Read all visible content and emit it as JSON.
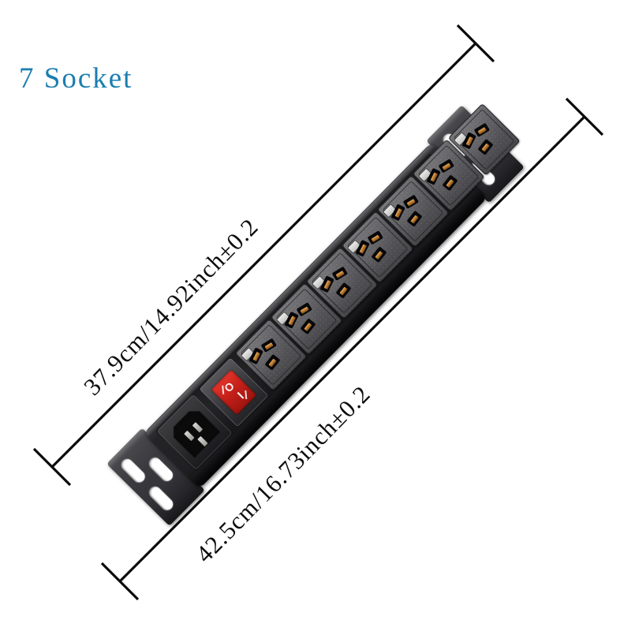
{
  "title": "7 Socket",
  "title_color": "#1b7eb0",
  "dimensions": {
    "upper": {
      "text": "37.9cm/14.92inch±0.2",
      "value_cm": 37.9,
      "value_inch": 14.92,
      "tolerance": "±0.2",
      "measures": "body-length-without-rack-ears"
    },
    "lower": {
      "text": "42.5cm/16.73inch±0.2",
      "value_cm": 42.5,
      "value_inch": 16.73,
      "tolerance": "±0.2",
      "measures": "overall-length-including-rack-ears"
    }
  },
  "product": {
    "type": "rack-mount-pdu-power-strip",
    "socket_count": 7,
    "sockets": [
      {
        "id": 1,
        "label": "socket-1"
      },
      {
        "id": 2,
        "label": "socket-2"
      },
      {
        "id": 3,
        "label": "socket-3"
      },
      {
        "id": 4,
        "label": "socket-4"
      },
      {
        "id": 5,
        "label": "socket-5"
      },
      {
        "id": 6,
        "label": "socket-6"
      },
      {
        "id": 7,
        "label": "socket-7"
      }
    ],
    "switch": {
      "type": "rocker",
      "color": "#c5201a",
      "off_mark": "O",
      "on_mark": "I"
    },
    "inlet": {
      "type": "IEC C14",
      "pins": 3
    },
    "rack_ears": {
      "count": 2,
      "slots_each": 3
    },
    "body_color": "#202022",
    "face_color": "#5c5c60"
  }
}
